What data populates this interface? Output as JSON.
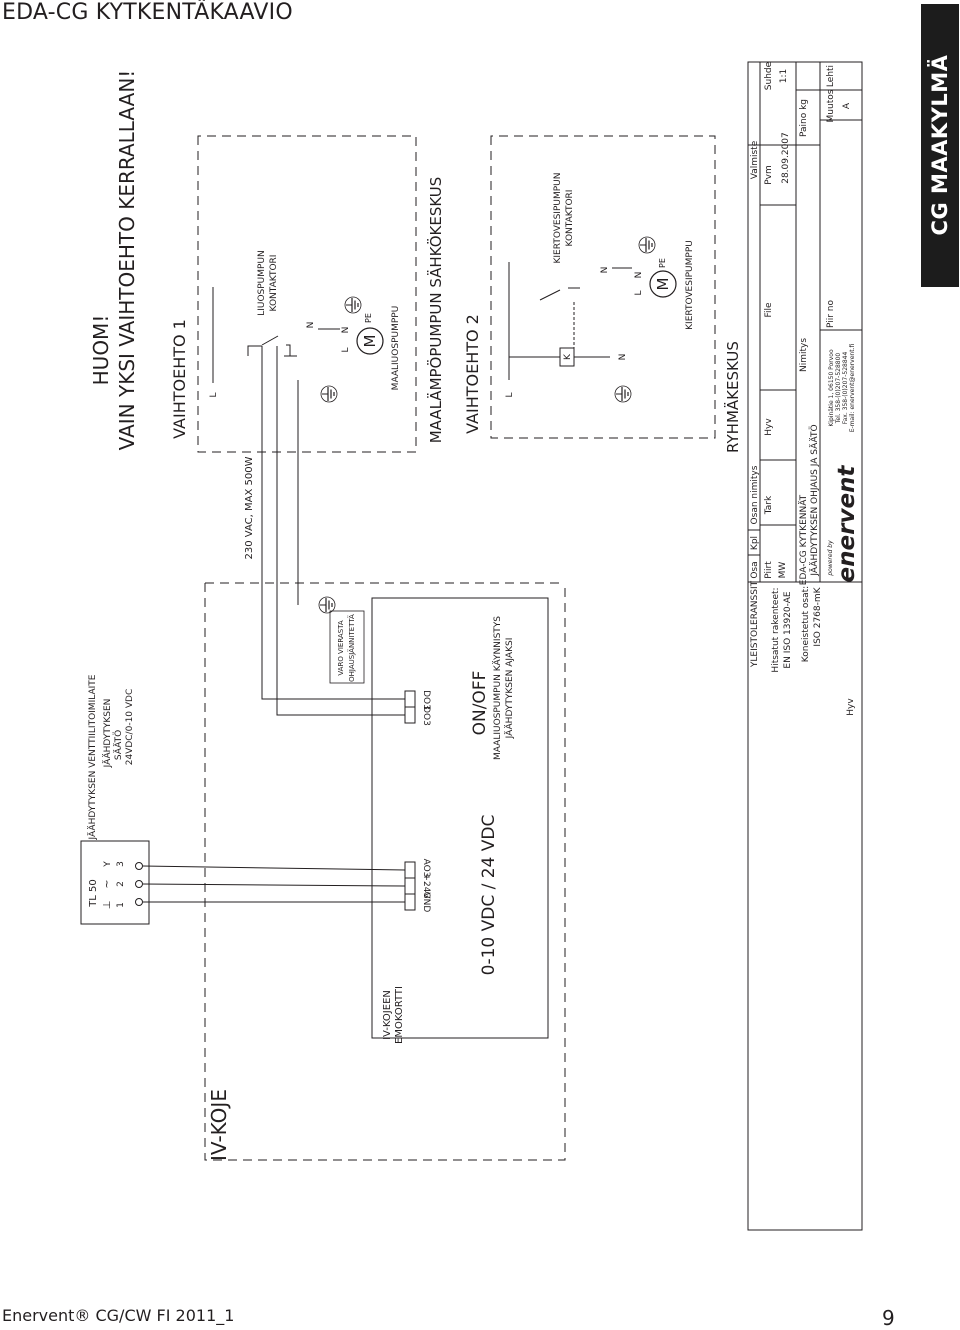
{
  "page": {
    "title": "EDA-CG KYTKENTÄKAAVIO",
    "side_tab": "CG MAAKYLMÄ",
    "footer_left": "Enervent® CG/CW FI 2011_1",
    "page_number": "9"
  },
  "notice": {
    "line1": "HUOM!",
    "line2": "VAIN YKSI VAIHTOEHTO KERRALLAAN!"
  },
  "iv_unit": {
    "title": "IV-KOJE",
    "board_line1": "IV-KOJEEN",
    "board_line2": "EMOKORTTI",
    "terminals_ao": [
      "GND",
      "+24V",
      "AO3"
    ],
    "terminals_do": [
      "DO3",
      "DO3"
    ],
    "do_warning_line1": "VARO VIERASTA",
    "do_warning_line2": "OHJAUSJÄNNITETTÄ",
    "ao_caption": "0-10 VDC / 24 VDC",
    "onoff_caption": "ON/OFF",
    "onoff_desc_line1": "MAALIUOSPUMPUN KÄYNNISTYS",
    "onoff_desc_line2": "JÄÄHDYTYKSEN AJAKSI"
  },
  "actuator": {
    "model": "TL 50",
    "title": "JÄÄHDYTYKSEN VENTTIILITOIMILAITE",
    "desc_line1": "JÄÄHDYTYKSEN",
    "desc_line2": "SÄÄTÖ",
    "desc_line3": "24VDC/0-10 VDC",
    "terminal_numbers": [
      "1",
      "2",
      "3"
    ],
    "terminal_symbols": [
      "⊥",
      "~",
      "Y"
    ]
  },
  "supply_note": "230 VAC, MAX 500W",
  "option1": {
    "title": "VAIHTOEHTO 1",
    "contactor_line1": "LIUOSPUMPUN",
    "contactor_line2": "KONTAKTORI",
    "pump_label": "MAALIUOSPUMPPU",
    "wire_labels": [
      "L",
      "N",
      "L",
      "N",
      "PE"
    ],
    "motor": "M"
  },
  "heat_pump_center": "MAALÄMPÖPUMPUN SÄHKÖKESKUS",
  "option2": {
    "title": "VAIHTOEHTO 2",
    "contactor_line1": "KIERTOVESIPUMPUN",
    "contactor_line2": "KONTAKTORI",
    "pump_label": "KIERTOVESIPUMPPU",
    "wire_labels": [
      "L",
      "K",
      "N",
      "N",
      "L",
      "N",
      "PE"
    ],
    "motor": "M"
  },
  "group_center": "RYHMÄKESKUS",
  "title_block": {
    "col_headers": [
      "Osa",
      "Kpl",
      "Osan nimitys",
      "Valmiste"
    ],
    "tolerances": "YLEISTOLERANSSIT",
    "welded_line1": "Hitsatut rakenteet:",
    "welded_line2": "EN ISO 13920-AE",
    "machined_line1": "Koneistetut osat:",
    "machined_line2": "ISO 2768-mK",
    "piirt": "Piirt",
    "piirt_value": "MW",
    "tark": "Tark",
    "hyv": "Hyv",
    "file": "File",
    "pvm": "Pvm",
    "pvm_value": "28.09.2007",
    "suhde": "Suhde",
    "suhde_value": "1:1",
    "desc_line1": "EDA-CG KYTKENNÄT",
    "desc_line2": "JÄÄHDYTYKSEN OHJAUS JA SÄÄTÖ",
    "nimitys": "Nimitys",
    "paino": "Paino kg",
    "powered_by": "powered by",
    "logo": "enervent",
    "address_line1": "Kipinätie 1, 06150 Porvoo",
    "address_line2": "Tel. 358-(0)207-528800",
    "address_line3": "Fax. 358-(0)207-528844",
    "address_line4": "E-mail: enervent@enervent.fi",
    "piir_no": "Piir no",
    "muutos": "Muutos",
    "muutos_value": "A",
    "lehti": "Lehti",
    "hyv_side": "Hyv"
  }
}
